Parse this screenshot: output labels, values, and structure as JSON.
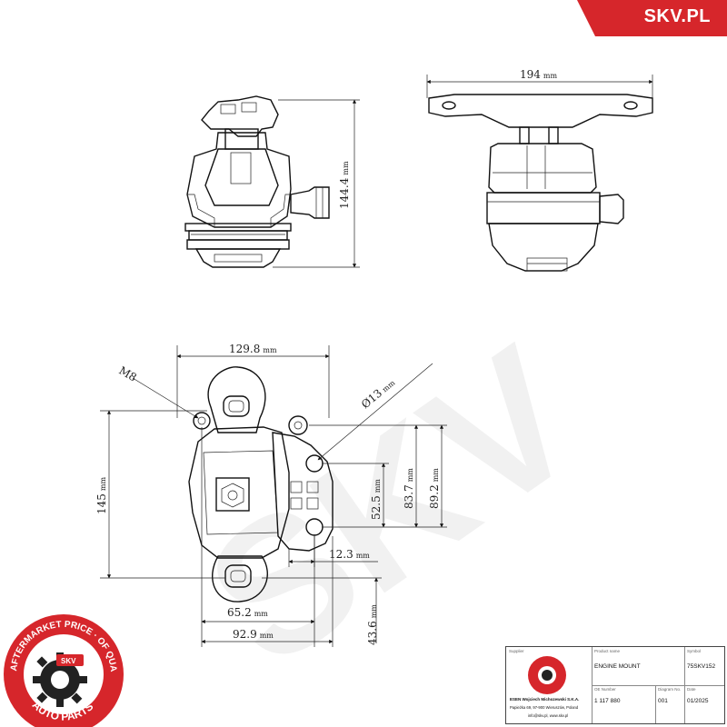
{
  "brand": {
    "name": "SKV.PL",
    "color": "#d6262b"
  },
  "dimensions": {
    "top_height": "144.4",
    "top_width": "194",
    "width_129": "129.8",
    "thread": "M8",
    "diameter": "Ø13",
    "height_145": "145",
    "d_52": "52.5",
    "d_83": "83.7",
    "d_89": "89.2",
    "d_12": "12.3",
    "d_65": "65.2",
    "d_92": "92.9",
    "d_43": "43.6",
    "unit": "mm"
  },
  "stamp": {
    "ring_text": "AFTERMARKET PRICE · OF QUALITY ·",
    "bottom_text": "AUTO PARTS",
    "center": "SKV"
  },
  "title_block": {
    "supplier_label": "Supplier",
    "supplier_name": "ESEN Wojciech Michozewski S.K.A.",
    "supplier_address": "Papieżka 69, 97-900 Wieruszów, Poland",
    "supplier_contact": "info@skv.pl, www.skv.pl",
    "product_label": "Product name",
    "product_name": "ENGINE MOUNT",
    "symbol_label": "Symbol",
    "symbol": "75SKV152",
    "oe_label": "OE Number",
    "oe_number": "1 117 880",
    "diagram_label": "Diagram No.",
    "diagram_no": "001",
    "date_label": "Date",
    "date": "01/2025"
  }
}
